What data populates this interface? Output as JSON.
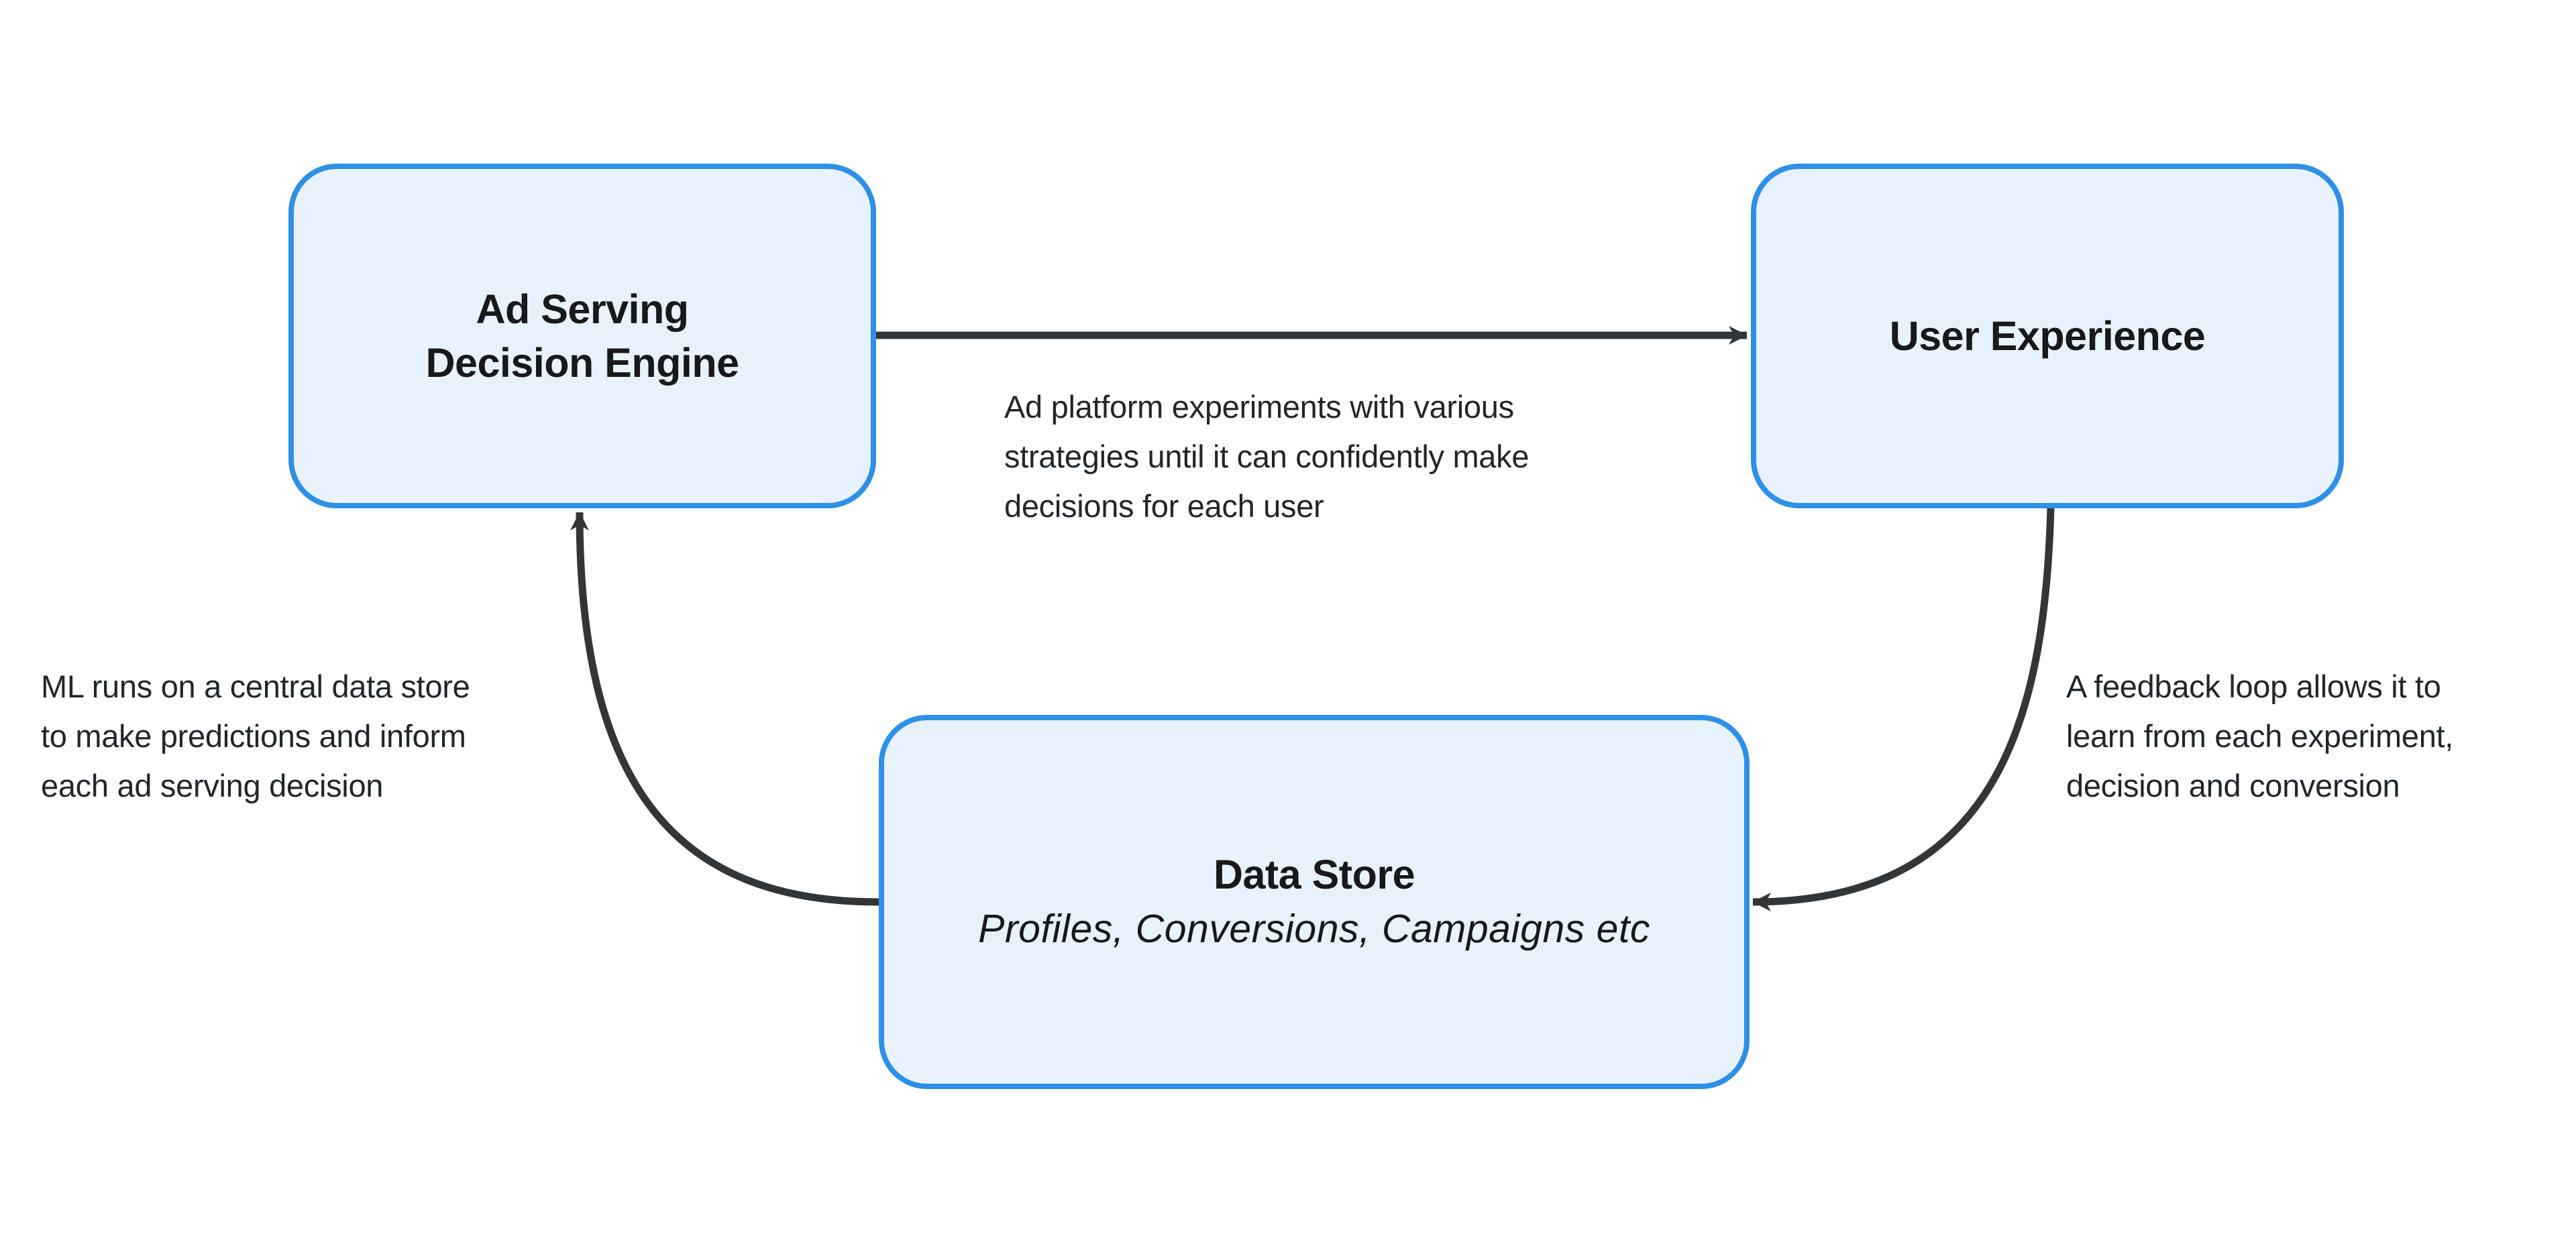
{
  "colors": {
    "page_bg": "#FFFFFF",
    "box_fill": "#E8F2FC",
    "box_border": "#2E90E6",
    "arrow": "#333639",
    "title_text": "#17191C",
    "body_text": "#22262A"
  },
  "nodes": {
    "decision_engine": {
      "title": "Ad Serving\nDecision Engine"
    },
    "user_experience": {
      "title": "User Experience"
    },
    "data_store": {
      "title": "Data Store",
      "subtitle": "Profiles, Conversions, Campaigns etc"
    }
  },
  "annotations": {
    "experiments": "Ad platform experiments with various\nstrategies until it can confidently make\ndecisions for each user",
    "feedback": "A feedback loop allows it to\nlearn from each experiment,\ndecision and conversion",
    "ml": "ML runs on a central data store\nto make predictions and inform\neach ad serving decision"
  },
  "arrows": [
    {
      "from": "decision_engine",
      "to": "user_experience"
    },
    {
      "from": "user_experience",
      "to": "data_store"
    },
    {
      "from": "data_store",
      "to": "decision_engine"
    }
  ]
}
